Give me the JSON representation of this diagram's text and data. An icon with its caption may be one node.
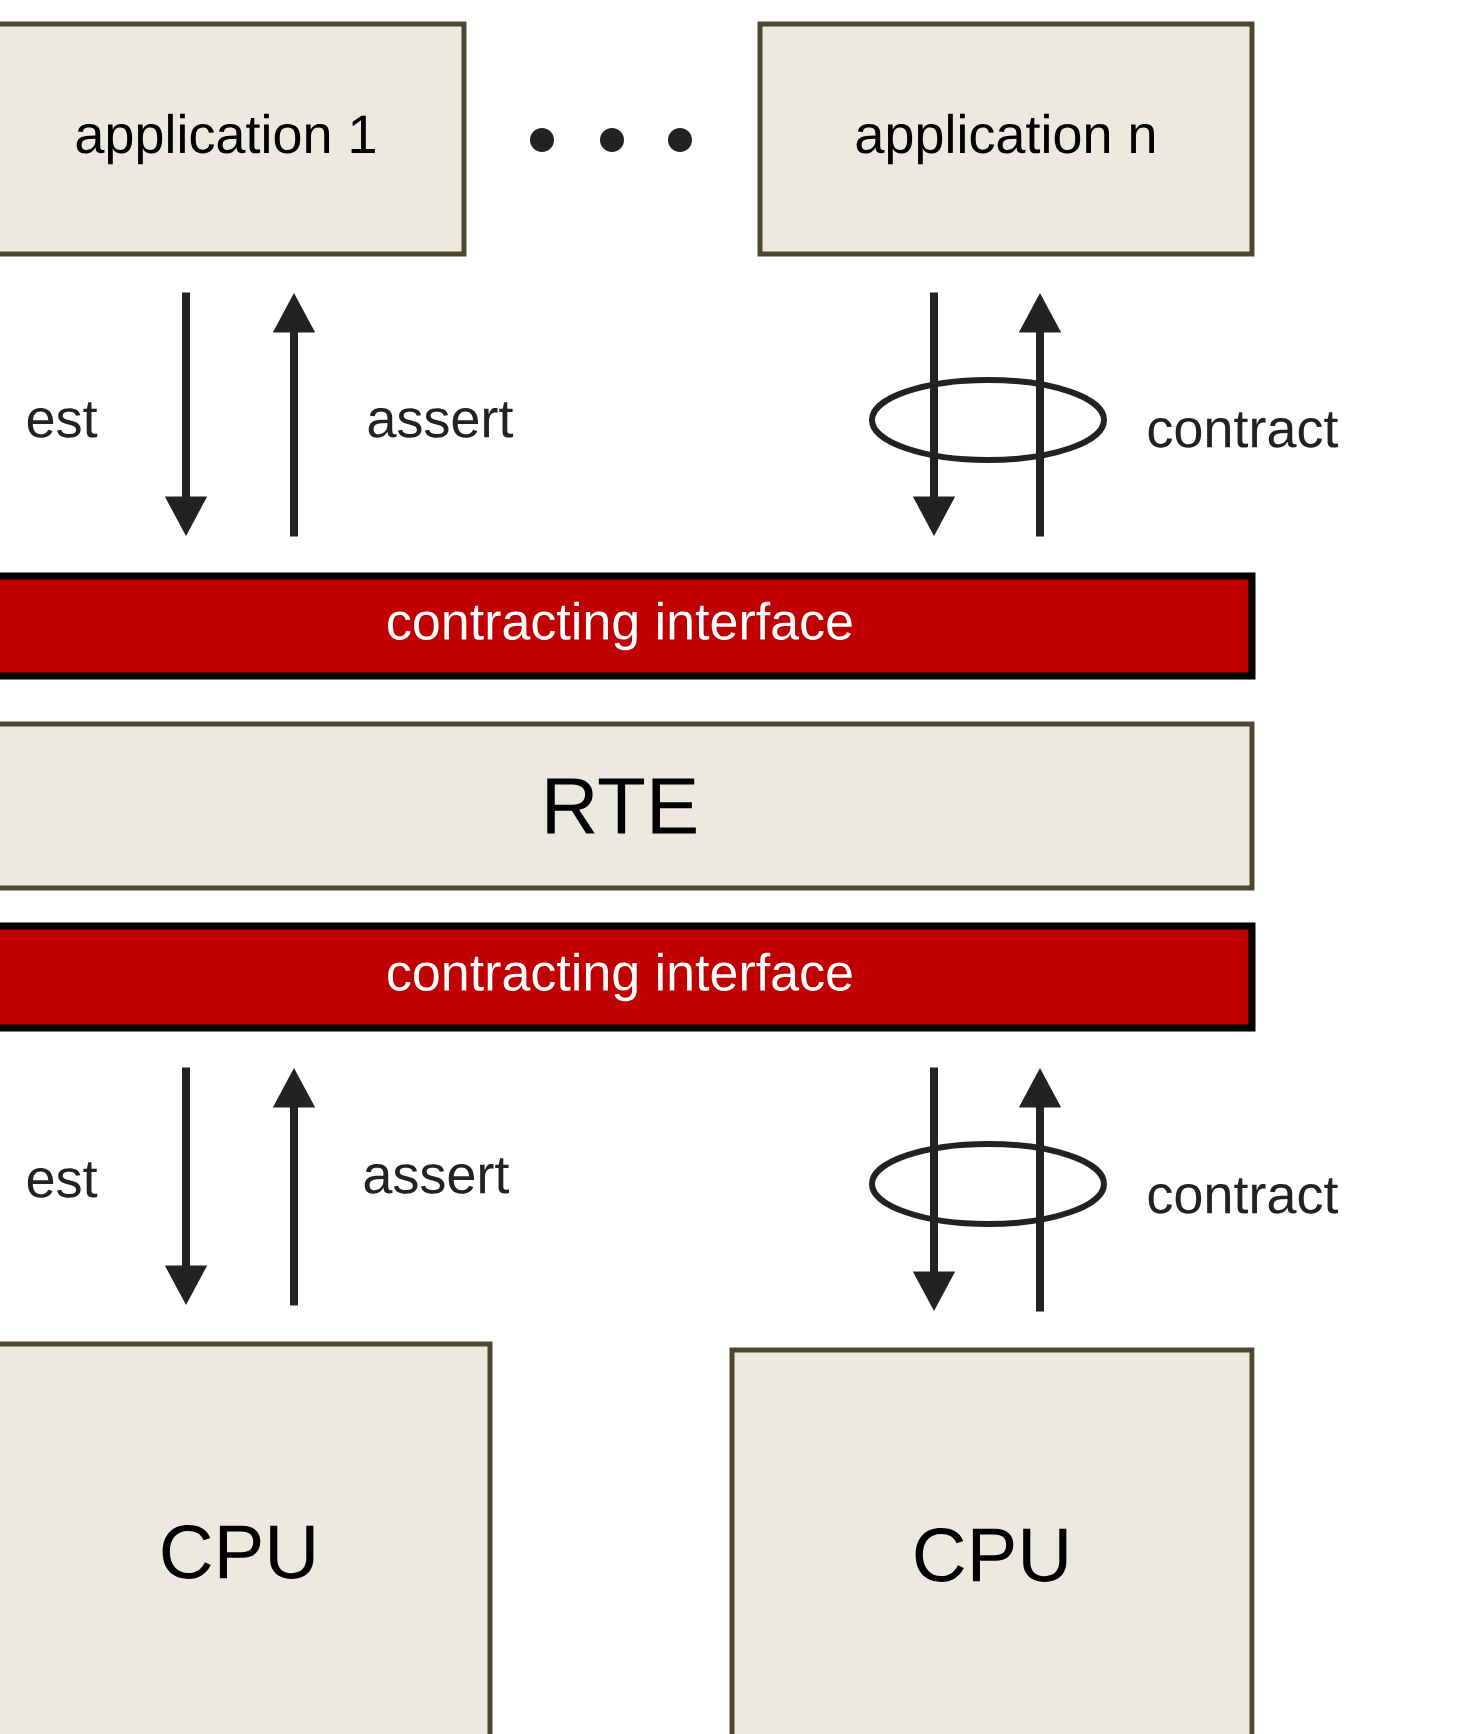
{
  "diagram": {
    "nodes": [
      {
        "text": [
          "application 1"
        ]
      },
      {
        "text": [
          "application n"
        ]
      },
      {
        "text": [
          "contracting interface"
        ]
      },
      {
        "text": [
          "RTE"
        ]
      },
      {
        "text": [
          "contracting interface"
        ]
      },
      {
        "text": [
          "CPU"
        ]
      },
      {
        "text": [
          "CPU"
        ]
      }
    ],
    "edges": [
      {
        "from": 0,
        "to": 2,
        "arrow": "to",
        "label": "est"
      },
      {
        "from": 2,
        "to": 0,
        "arrow": "to",
        "label": "assert"
      },
      {
        "from": 1,
        "to": 2,
        "arrow": "to"
      },
      {
        "from": 2,
        "to": 1,
        "arrow": "to",
        "label": "contract"
      },
      {
        "from": 4,
        "to": 5,
        "arrow": "to",
        "label": "est"
      },
      {
        "from": 5,
        "to": 4,
        "arrow": "to",
        "label": "assert"
      },
      {
        "from": 4,
        "to": 6,
        "arrow": "to"
      },
      {
        "from": 6,
        "to": 4,
        "arrow": "to",
        "label": "contract"
      }
    ]
  }
}
